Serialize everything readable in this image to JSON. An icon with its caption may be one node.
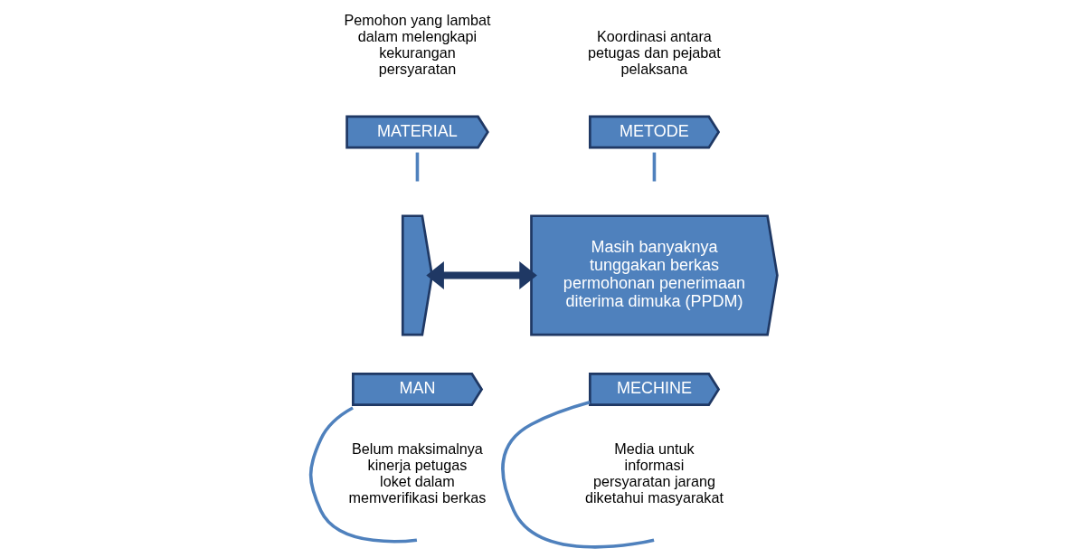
{
  "diagram": {
    "nodes": [
      {
        "text": [
          "MAN"
        ]
      },
      {
        "text": [
          "MECHINE"
        ]
      },
      {
        "text": [],
        "shape": "chevron"
      },
      {
        "text": [
          "Masih banyaknya tunggakan berkas permohonan penerimaan diterima dimuka (PPDM)"
        ]
      },
      {
        "text": [
          "MATERIAL"
        ]
      },
      {
        "text": [
          "METODE"
        ]
      }
    ],
    "edges": [
      {
        "from": 2,
        "to": 3,
        "arrow": "both",
        "color": "#1f3864",
        "style": "thick"
      },
      {
        "from": 0,
        "to": null,
        "arrow": "none"
      },
      {
        "from": 1,
        "to": null,
        "arrow": "none"
      },
      {
        "from": 4,
        "to": null,
        "arrow": "none"
      },
      {
        "from": 5,
        "to": null,
        "arrow": "none"
      }
    ],
    "labels": [
      "Belum maksimalnya kinerja petugas loket dalam memverifikasi berkas",
      "Media untuk informasi persyaratan jarang diketahui masyarakat",
      "Pemohon yang lambat dalam melengkapi kekurangan persyaratan",
      "Koordinasi antara petugas dan pejabat pelaksana"
    ]
  }
}
